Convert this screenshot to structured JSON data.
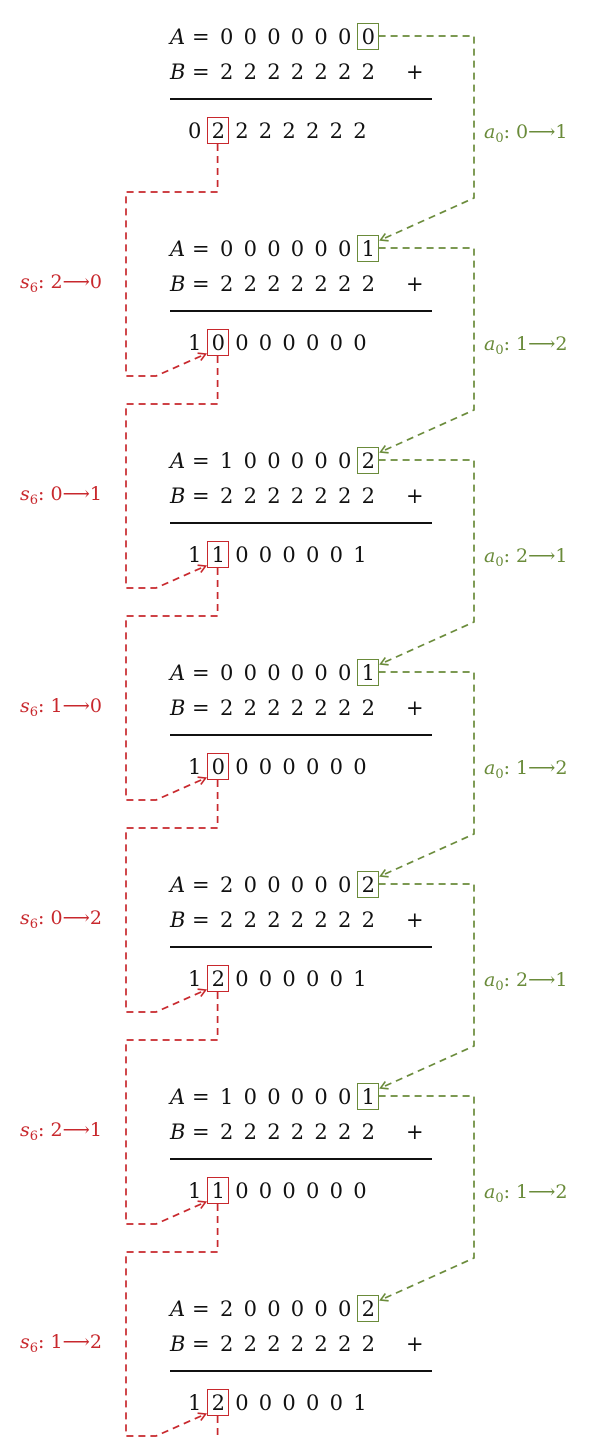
{
  "plus_sign": "+",
  "a_symbol": "A",
  "b_symbol": "B",
  "equals": "=",
  "blocks": [
    {
      "a_digits": [
        "0",
        "0",
        "0",
        "0",
        "0",
        "0",
        "0"
      ],
      "b_digits": [
        "2",
        "2",
        "2",
        "2",
        "2",
        "2",
        "2"
      ],
      "s_digits": [
        "0",
        "2",
        "2",
        "2",
        "2",
        "2",
        "2",
        "2"
      ],
      "highlight_a": "0",
      "highlight_s": "2"
    },
    {
      "a_digits": [
        "0",
        "0",
        "0",
        "0",
        "0",
        "0",
        "1"
      ],
      "b_digits": [
        "2",
        "2",
        "2",
        "2",
        "2",
        "2",
        "2"
      ],
      "s_digits": [
        "1",
        "0",
        "0",
        "0",
        "0",
        "0",
        "0",
        "0"
      ],
      "highlight_a": "1",
      "highlight_s": "0"
    },
    {
      "a_digits": [
        "1",
        "0",
        "0",
        "0",
        "0",
        "0",
        "2"
      ],
      "b_digits": [
        "2",
        "2",
        "2",
        "2",
        "2",
        "2",
        "2"
      ],
      "s_digits": [
        "1",
        "1",
        "0",
        "0",
        "0",
        "0",
        "0",
        "1"
      ],
      "highlight_a": "2",
      "highlight_s": "1"
    },
    {
      "a_digits": [
        "0",
        "0",
        "0",
        "0",
        "0",
        "0",
        "1"
      ],
      "b_digits": [
        "2",
        "2",
        "2",
        "2",
        "2",
        "2",
        "2"
      ],
      "s_digits": [
        "1",
        "0",
        "0",
        "0",
        "0",
        "0",
        "0",
        "0"
      ],
      "highlight_a": "1",
      "highlight_s": "0"
    },
    {
      "a_digits": [
        "2",
        "0",
        "0",
        "0",
        "0",
        "0",
        "2"
      ],
      "b_digits": [
        "2",
        "2",
        "2",
        "2",
        "2",
        "2",
        "2"
      ],
      "s_digits": [
        "1",
        "2",
        "0",
        "0",
        "0",
        "0",
        "0",
        "1"
      ],
      "highlight_a": "2",
      "highlight_s": "2"
    },
    {
      "a_digits": [
        "1",
        "0",
        "0",
        "0",
        "0",
        "0",
        "1"
      ],
      "b_digits": [
        "2",
        "2",
        "2",
        "2",
        "2",
        "2",
        "2"
      ],
      "s_digits": [
        "1",
        "1",
        "0",
        "0",
        "0",
        "0",
        "0",
        "0"
      ],
      "highlight_a": "1",
      "highlight_s": "1"
    },
    {
      "a_digits": [
        "2",
        "0",
        "0",
        "0",
        "0",
        "0",
        "2"
      ],
      "b_digits": [
        "2",
        "2",
        "2",
        "2",
        "2",
        "2",
        "2"
      ],
      "s_digits": [
        "1",
        "2",
        "0",
        "0",
        "0",
        "0",
        "0",
        "1"
      ],
      "highlight_a": "2",
      "highlight_s": "2"
    }
  ],
  "s_transitions": [
    {
      "symbol": "s",
      "index": "6",
      "text": ": 2⟶0"
    },
    {
      "symbol": "s",
      "index": "6",
      "text": ": 0⟶1"
    },
    {
      "symbol": "s",
      "index": "6",
      "text": ": 1⟶0"
    },
    {
      "symbol": "s",
      "index": "6",
      "text": ": 0⟶2"
    },
    {
      "symbol": "s",
      "index": "6",
      "text": ": 2⟶1"
    },
    {
      "symbol": "s",
      "index": "6",
      "text": ": 1⟶2"
    }
  ],
  "a_transitions": [
    {
      "symbol": "a",
      "index": "0",
      "text": ": 0⟶1"
    },
    {
      "symbol": "a",
      "index": "0",
      "text": ": 1⟶2"
    },
    {
      "symbol": "a",
      "index": "0",
      "text": ": 2⟶1"
    },
    {
      "symbol": "a",
      "index": "0",
      "text": ": 1⟶2"
    },
    {
      "symbol": "a",
      "index": "0",
      "text": ": 2⟶1"
    },
    {
      "symbol": "a",
      "index": "0",
      "text": ": 1⟶2"
    }
  ],
  "colors": {
    "red": "#c8282d",
    "green": "#6a8b3a",
    "text": "#111111"
  }
}
